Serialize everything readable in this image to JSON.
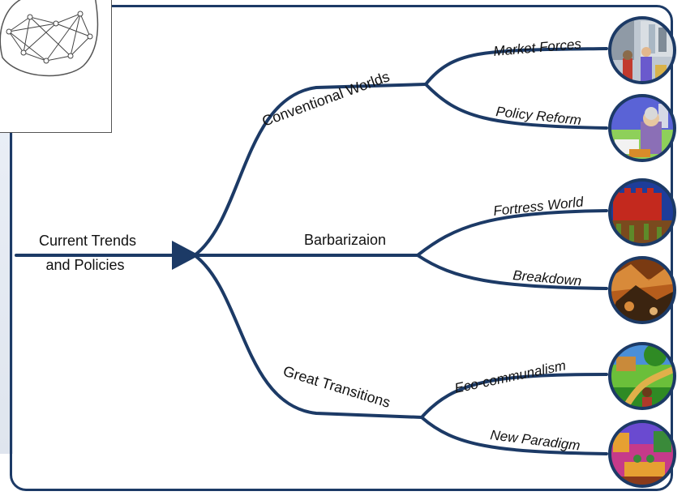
{
  "root": {
    "label_line1": "Current Trends",
    "label_line2": "and Policies"
  },
  "branches": [
    {
      "label": "Conventional Worlds",
      "leaves": [
        {
          "label": "Market Forces",
          "scene": "market-forces-scene",
          "colors": [
            "#a9b7c4",
            "#d9dee3",
            "#8a6b4b",
            "#c23a2e"
          ]
        },
        {
          "label": "Policy Reform",
          "scene": "policy-reform-scene",
          "colors": [
            "#5a63d6",
            "#8ed05a",
            "#e7c7a0",
            "#d98b2a"
          ]
        }
      ]
    },
    {
      "label": "Barbarizaion",
      "leaves": [
        {
          "label": "Fortress World",
          "scene": "fortress-world-scene",
          "colors": [
            "#1e3d9a",
            "#c3291e",
            "#7a4a1e",
            "#5e8a2a"
          ]
        },
        {
          "label": "Breakdown",
          "scene": "breakdown-scene",
          "colors": [
            "#7a3a12",
            "#b65d1c",
            "#3b2410",
            "#d88a3a"
          ]
        }
      ]
    },
    {
      "label": "Great Transitions",
      "leaves": [
        {
          "label": "Eco-communalism",
          "scene": "eco-communalism-scene",
          "colors": [
            "#6bbf3a",
            "#2f8a24",
            "#e0b04a",
            "#4a8fd8"
          ]
        },
        {
          "label": "New Paradigm",
          "scene": "new-paradigm-scene",
          "colors": [
            "#c63a8a",
            "#e6a032",
            "#3a8a3a",
            "#6a4ad0"
          ]
        }
      ]
    }
  ],
  "colors": {
    "line": "#1c3a66",
    "frame": "#1c3a66"
  }
}
